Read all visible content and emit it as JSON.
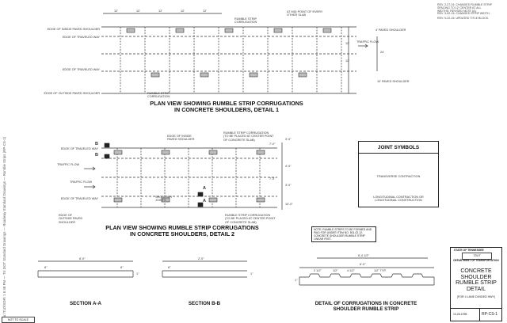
{
  "side_text": "u:\\TLD\\SDR\\ 1 5:48 PM — TN DOT Standard Drawings — Roadway Standard Drawings — Rumble Strips (RP-CS-1)",
  "revisions": [
    "REV. 2-27-01: CHANGED RUMBLE STRIP SPACING TO 12' CENTER AT ALL WIDTHS; REVISED NOTE (A).",
    "REV. 3-02-15: CHANGED STRIP WIDTH.",
    "REV. 9-22-16: UPDATED TITLE BLOCK."
  ],
  "detail1": {
    "dims": [
      "12'",
      "12'",
      "12'",
      "12'",
      "12'"
    ],
    "labels_left": [
      "EDGE OF INSIDE PAVED SHOULDER",
      "EDGE OF TRAVELED WAY",
      "EDGE OF TRAVELED WAY",
      "EDGE OF OUTSIDE PAVED SHOULDER"
    ],
    "rumble_top": "RUMBLE STRIP CORRUGATION",
    "rumble_bottom": "RUMBLE STRIP CORRUGATION",
    "joint_note": "AT MID POINT OF EVERY OTHER SLAB",
    "right_labels": [
      "4' PAVED SHOULDER",
      "TRAFFIC FLOW",
      "24'",
      "10' PAVED SHOULDER"
    ],
    "side_dims": [
      "12'",
      "12'"
    ],
    "title1": "PLAN VIEW SHOWING RUMBLE STRIP CORRUGATIONS",
    "title2": "IN CONCRETE SHOULDERS, DETAIL 1"
  },
  "detail2": {
    "labels_left": [
      "EDGE OF TRAVELED WAY",
      "TRAFFIC FLOW",
      "TRAFFIC FLOW",
      "EDGE OF TRAVELED WAY",
      "EDGE OF OUTSIDE PAVED SHOULDER"
    ],
    "edge_inside": "EDGE OF INSIDE PAVED SHOULDER",
    "rumble_top": "RUMBLE STRIP CORRUGATION (TO BE PLACED AT CENTER POINT OF CONCRETE SLAB)",
    "rumble_bottom": "RUMBLE STRIP CORRUGATION (TO BE PLACED AT CENTER POINT OF CONCRETE SLAB)",
    "shoulder_joints": "SHOULDER JOINTS",
    "section_marks": [
      "B",
      "B",
      "A",
      "A"
    ],
    "right_dims": [
      "7'-0\"",
      "3'-0\"",
      "4'-0\"",
      "7'-0\"",
      "3'-0\"",
      "10'-0\""
    ],
    "title1": "PLAN VIEW SHOWING RUMBLE STRIP CORRUGATIONS",
    "title2": "IN CONCRETE SHOULDERS, DETAIL 2"
  },
  "joints": {
    "title": "JOINT SYMBOLS",
    "transverse": "TRANSVERSE CONTRACTION",
    "longitudinal": "LONGITUDINAL CONTRACTION OR LONGITUDINAL CONSTRUCTION"
  },
  "note": "NOTE: RUMBLE STRIPS TO BE FORMED AND PAID FOR UNDER ITEM NO. 501-02.12, CONCRETE SHOULDER RUMBLE STRIP LINEAR FEET.",
  "sectionA": {
    "label": "SECTION A-A",
    "dims": [
      "6'-0\"",
      "8\"",
      "8\"",
      "1\""
    ]
  },
  "sectionB": {
    "label": "SECTION B-B",
    "dims": [
      "2'-0\"",
      "8\"",
      "1\""
    ]
  },
  "corrugations": {
    "label1": "DETAIL OF CORRUGATIONS IN CONCRETE",
    "label2": "SHOULDER RUMBLE STRIP",
    "dims": [
      "6'-0 1/2\"",
      "6'-0\"",
      "2 1/2\"",
      "1/2\"",
      "4 1/2\"",
      "1/2\" TYP.",
      "1\""
    ]
  },
  "title_block": {
    "state": "STATE OF TENNESSEE",
    "logo": "TDOT",
    "dept": "DEPARTMENT OF TRANSPORTATION",
    "main": [
      "CONCRETE",
      "SHOULDER",
      "RUMBLE STRIP",
      "DETAIL"
    ],
    "sub": "(FOR 4 LANE DIVIDED HWY)",
    "date": "10-26-1998",
    "code": "RP-CS-1"
  },
  "scale": "NOT TO SCALE"
}
